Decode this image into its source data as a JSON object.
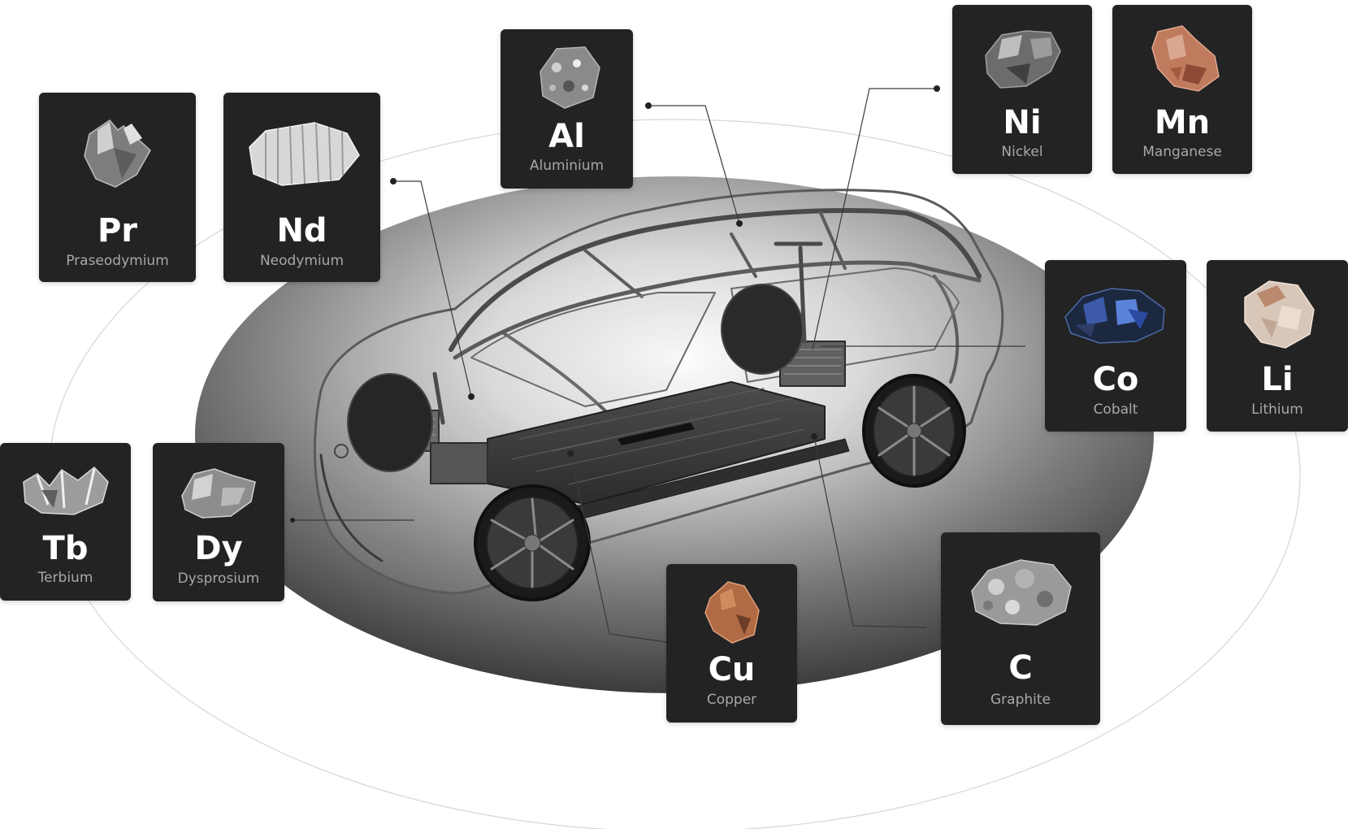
{
  "elements": [
    {
      "id": "pr",
      "symbol": "Pr",
      "name": "Praseodymium",
      "rock": "praseodymium-crystal-icon",
      "color": "#9a9a9a"
    },
    {
      "id": "nd",
      "symbol": "Nd",
      "name": "Neodymium",
      "rock": "neodymium-crystal-icon",
      "color": "#c8c8c8"
    },
    {
      "id": "al",
      "symbol": "Al",
      "name": "Aluminium",
      "rock": "aluminium-ore-icon",
      "color": "#8c8c8c"
    },
    {
      "id": "ni",
      "symbol": "Ni",
      "name": "Nickel",
      "rock": "nickel-ore-icon",
      "color": "#7a7a7a"
    },
    {
      "id": "mn",
      "symbol": "Mn",
      "name": "Manganese",
      "rock": "manganese-ore-icon",
      "color": "#c2806a"
    },
    {
      "id": "co",
      "symbol": "Co",
      "name": "Cobalt",
      "rock": "cobalt-ore-icon",
      "color": "#3a5fa8"
    },
    {
      "id": "li",
      "symbol": "Li",
      "name": "Lithium",
      "rock": "lithium-ore-icon",
      "color": "#d9c4b6"
    },
    {
      "id": "tb",
      "symbol": "Tb",
      "name": "Terbium",
      "rock": "terbium-crystal-icon",
      "color": "#b0b0b0"
    },
    {
      "id": "dy",
      "symbol": "Dy",
      "name": "Dysprosium",
      "rock": "dysprosium-crystal-icon",
      "color": "#a6a6a6"
    },
    {
      "id": "cu",
      "symbol": "Cu",
      "name": "Copper",
      "rock": "copper-ore-icon",
      "color": "#b56a44"
    },
    {
      "id": "c",
      "symbol": "C",
      "name": "Graphite",
      "rock": "graphite-ore-icon",
      "color": "#9d9d9d"
    }
  ],
  "colors": {
    "card": "#232323",
    "symbol": "#ffffff",
    "label": "#a8a8a8",
    "leader": "#3a3a3a"
  },
  "illustration": "electric-car-cutaway-icon"
}
